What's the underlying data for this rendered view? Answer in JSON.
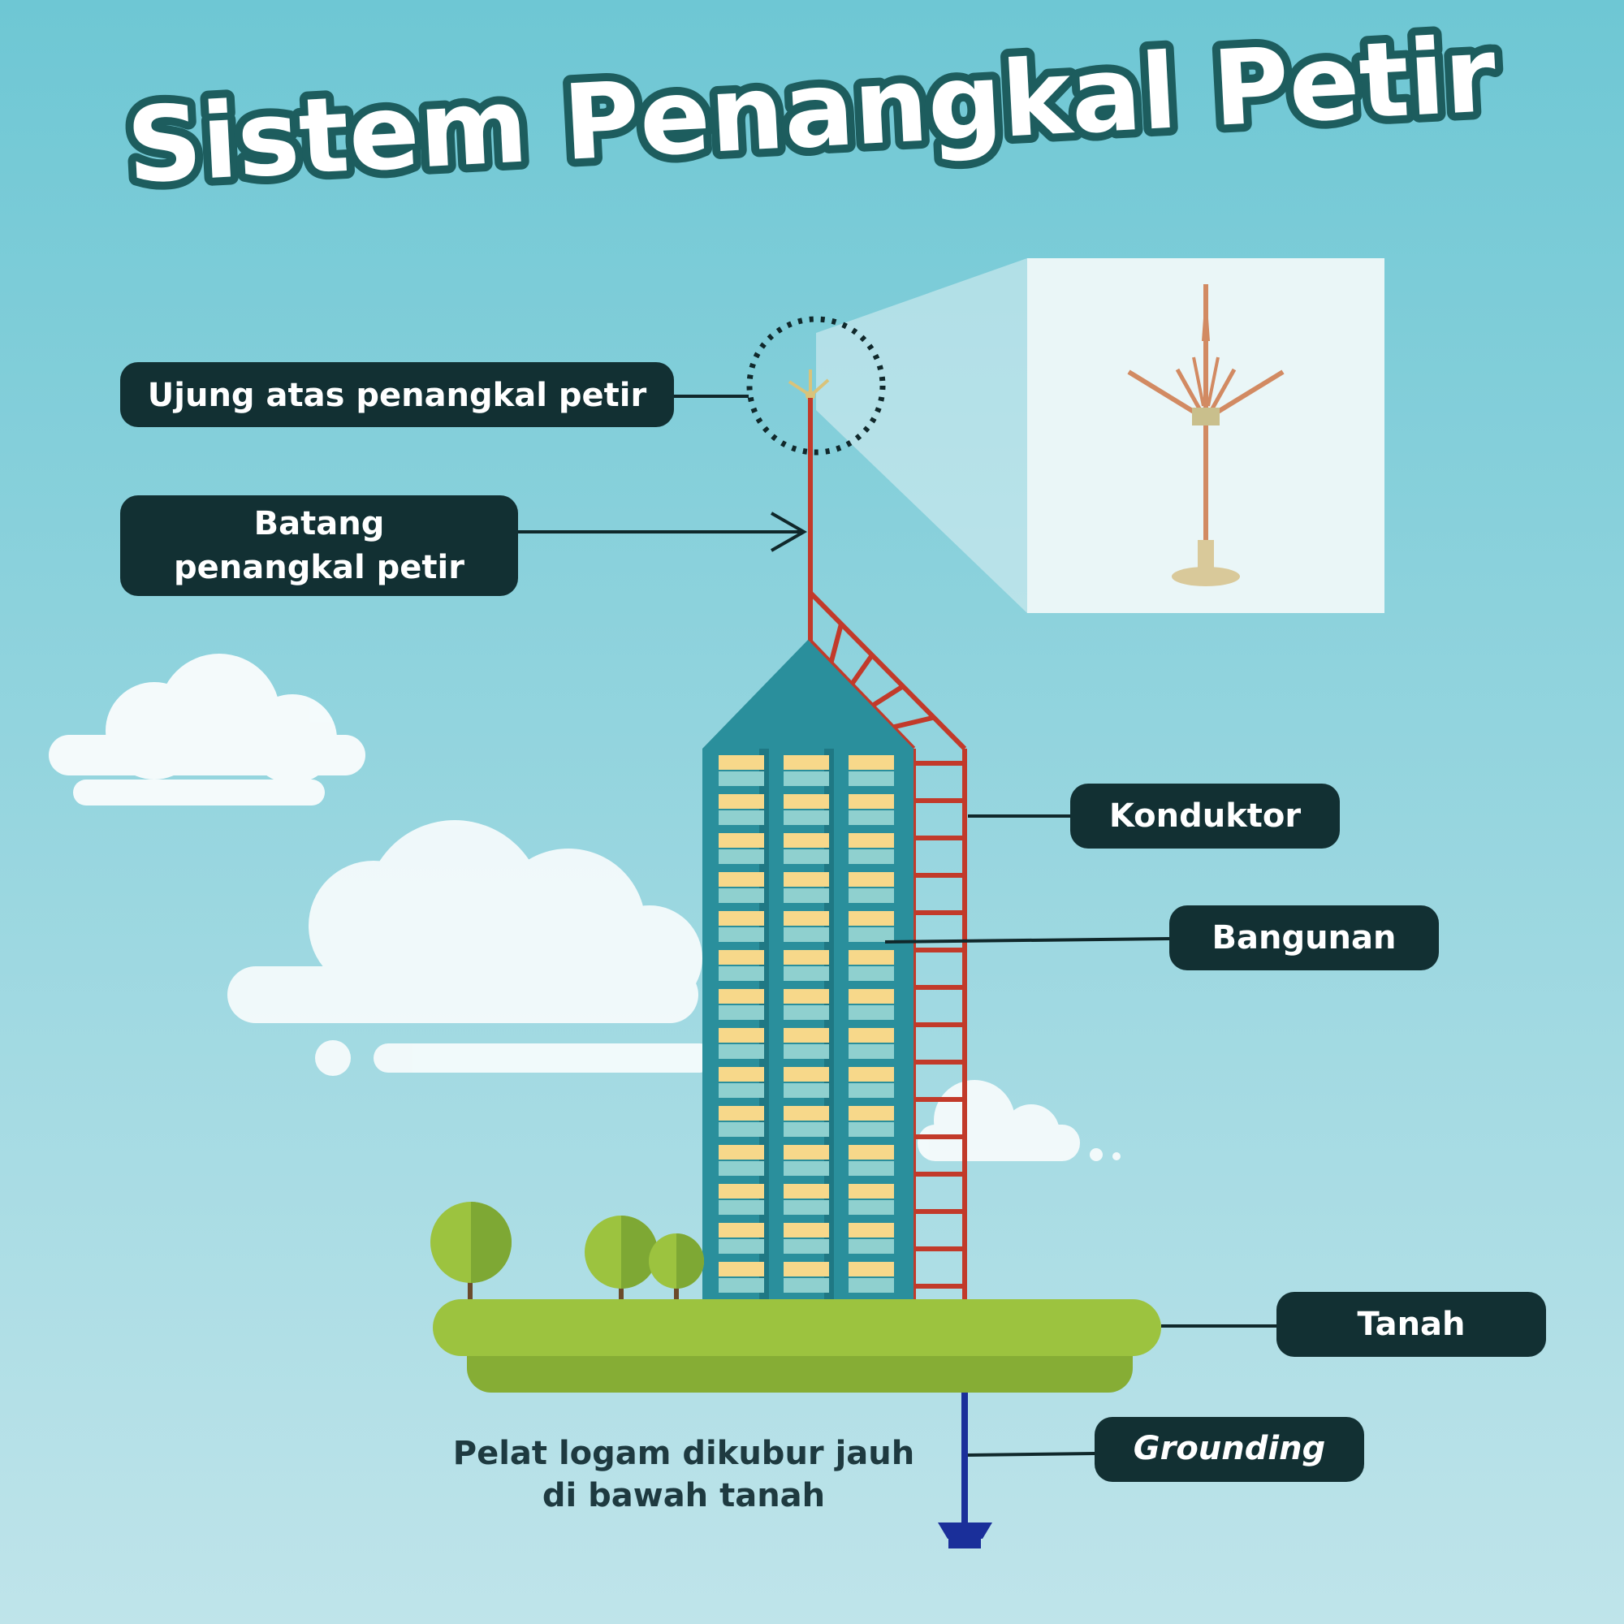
{
  "title": "Sistem Penangkal Petir",
  "labels": {
    "tip": "Ujung atas penangkal petir",
    "rod_line1": "Batang",
    "rod_line2": "penangkal petir",
    "conductor": "Konduktor",
    "building": "Bangunan",
    "ground": "Tanah",
    "grounding": "Grounding"
  },
  "caption": {
    "line1": "Pelat logam dikubur jauh",
    "line2": "di bawah tanah"
  },
  "colors": {
    "sky_top": "#6ec7d4",
    "sky_bottom": "#bfe4ea",
    "label_bg": "#123033",
    "building": "#2a8f9c",
    "window": "#f7d88a",
    "conductor": "#c23a2a",
    "ground": "#9cc33f",
    "grounding": "#1a2f9a"
  }
}
